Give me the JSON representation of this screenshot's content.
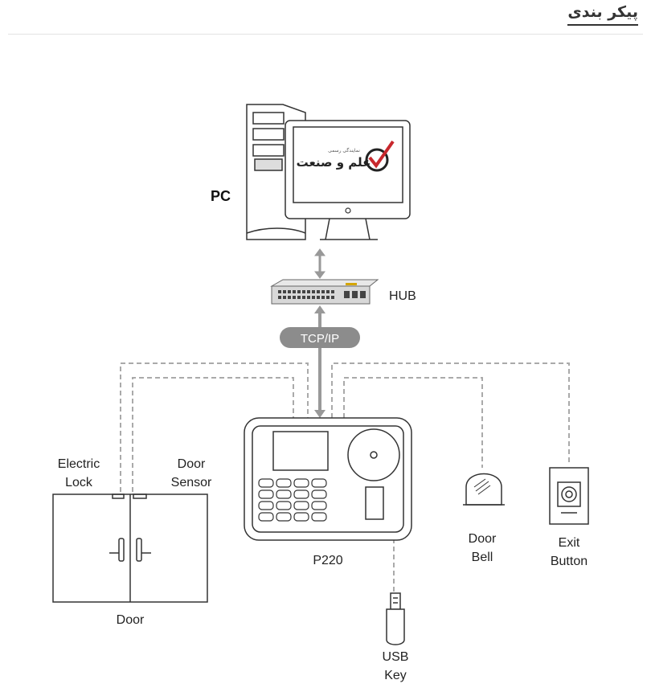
{
  "page": {
    "heading": "پیکر بندی"
  },
  "diagram": {
    "pc_label": "PC",
    "logo_text": "علم و صنعت",
    "logo_subtext": "نمایندگی رسمی",
    "hub_label": "HUB",
    "protocol_label": "TCP/IP",
    "device_label": "P220",
    "electric_lock_label": [
      "Electric",
      "Lock"
    ],
    "door_sensor_label": [
      "Door",
      "Sensor"
    ],
    "door_label": "Door",
    "door_bell_label": [
      "Door",
      "Bell"
    ],
    "exit_button_label": [
      "Exit",
      "Button"
    ],
    "usb_key_label": [
      "USB",
      "Key"
    ]
  }
}
